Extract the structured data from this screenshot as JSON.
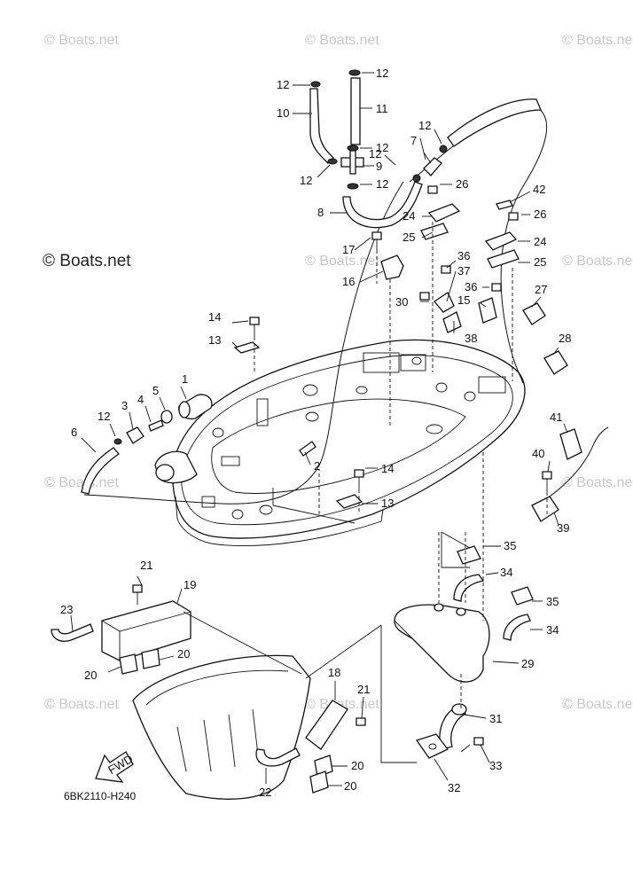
{
  "watermark": {
    "text": "© Boats.net"
  },
  "diagram_code": "6BK2110-H240",
  "fwd_label": "FWD",
  "labels": {
    "l1": "1",
    "l2": "2",
    "l3": "3",
    "l4": "4",
    "l5": "5",
    "l6": "6",
    "l7": "7",
    "l8": "8",
    "l9": "9",
    "l10": "10",
    "l11": "11",
    "l12": "12",
    "l13": "13",
    "l14": "14",
    "l15": "15",
    "l16": "16",
    "l17": "17",
    "l18": "18",
    "l19": "19",
    "l20": "20",
    "l21": "21",
    "l22": "22",
    "l23": "23",
    "l24": "24",
    "l25": "25",
    "l26": "26",
    "l27": "27",
    "l28": "28",
    "l29": "29",
    "l30": "30",
    "l31": "31",
    "l32": "32",
    "l33": "33",
    "l34": "34",
    "l35": "35",
    "l36": "36",
    "l37": "37",
    "l38": "38",
    "l39": "39",
    "l40": "40",
    "l41": "41",
    "l42": "42"
  }
}
